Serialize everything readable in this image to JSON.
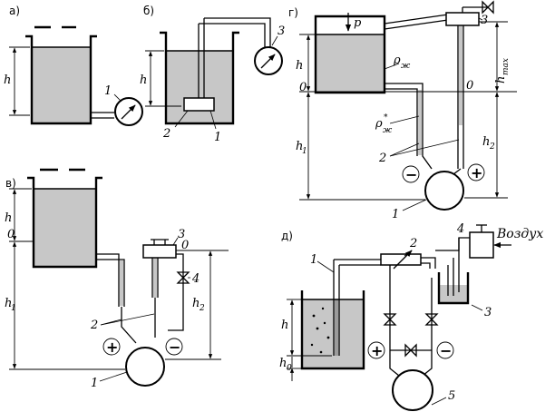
{
  "panel_a": {
    "letter": "а)",
    "h": "h",
    "n1": "1"
  },
  "panel_b": {
    "letter": "б)",
    "h": "h",
    "n1": "1",
    "n2": "2",
    "n3": "3"
  },
  "panel_v": {
    "letter": "в)",
    "h": "h",
    "zero_left": "0",
    "zero_right": "0",
    "h1": "h",
    "h1_sub": "1",
    "h2": "h",
    "h2_sub": "2",
    "n1": "1",
    "n2": "2",
    "n3": "3",
    "n4": "4",
    "plus": "+",
    "minus": "−"
  },
  "panel_g": {
    "letter": "г)",
    "p": "p",
    "h": "h",
    "zero_left": "0",
    "zero_right": "0",
    "rho": "ρ",
    "rho_sub": "ж",
    "rho_star": "ρ",
    "rho_star_sup": "*",
    "rho_star_sub": "ж",
    "h1": "h",
    "h1_sub": "1",
    "h2": "h",
    "h2_sub": "2",
    "hmax": "h",
    "hmax_sub": "max",
    "n1": "1",
    "n2": "2",
    "n3": "3",
    "plus": "+",
    "minus": "−"
  },
  "panel_d": {
    "letter": "д)",
    "h": "h",
    "h0": "h",
    "h0_sub": "0",
    "air": "Воздух",
    "n1": "1",
    "n2": "2",
    "n3": "3",
    "n4": "4",
    "n5": "5",
    "plus": "+",
    "minus": "−"
  }
}
